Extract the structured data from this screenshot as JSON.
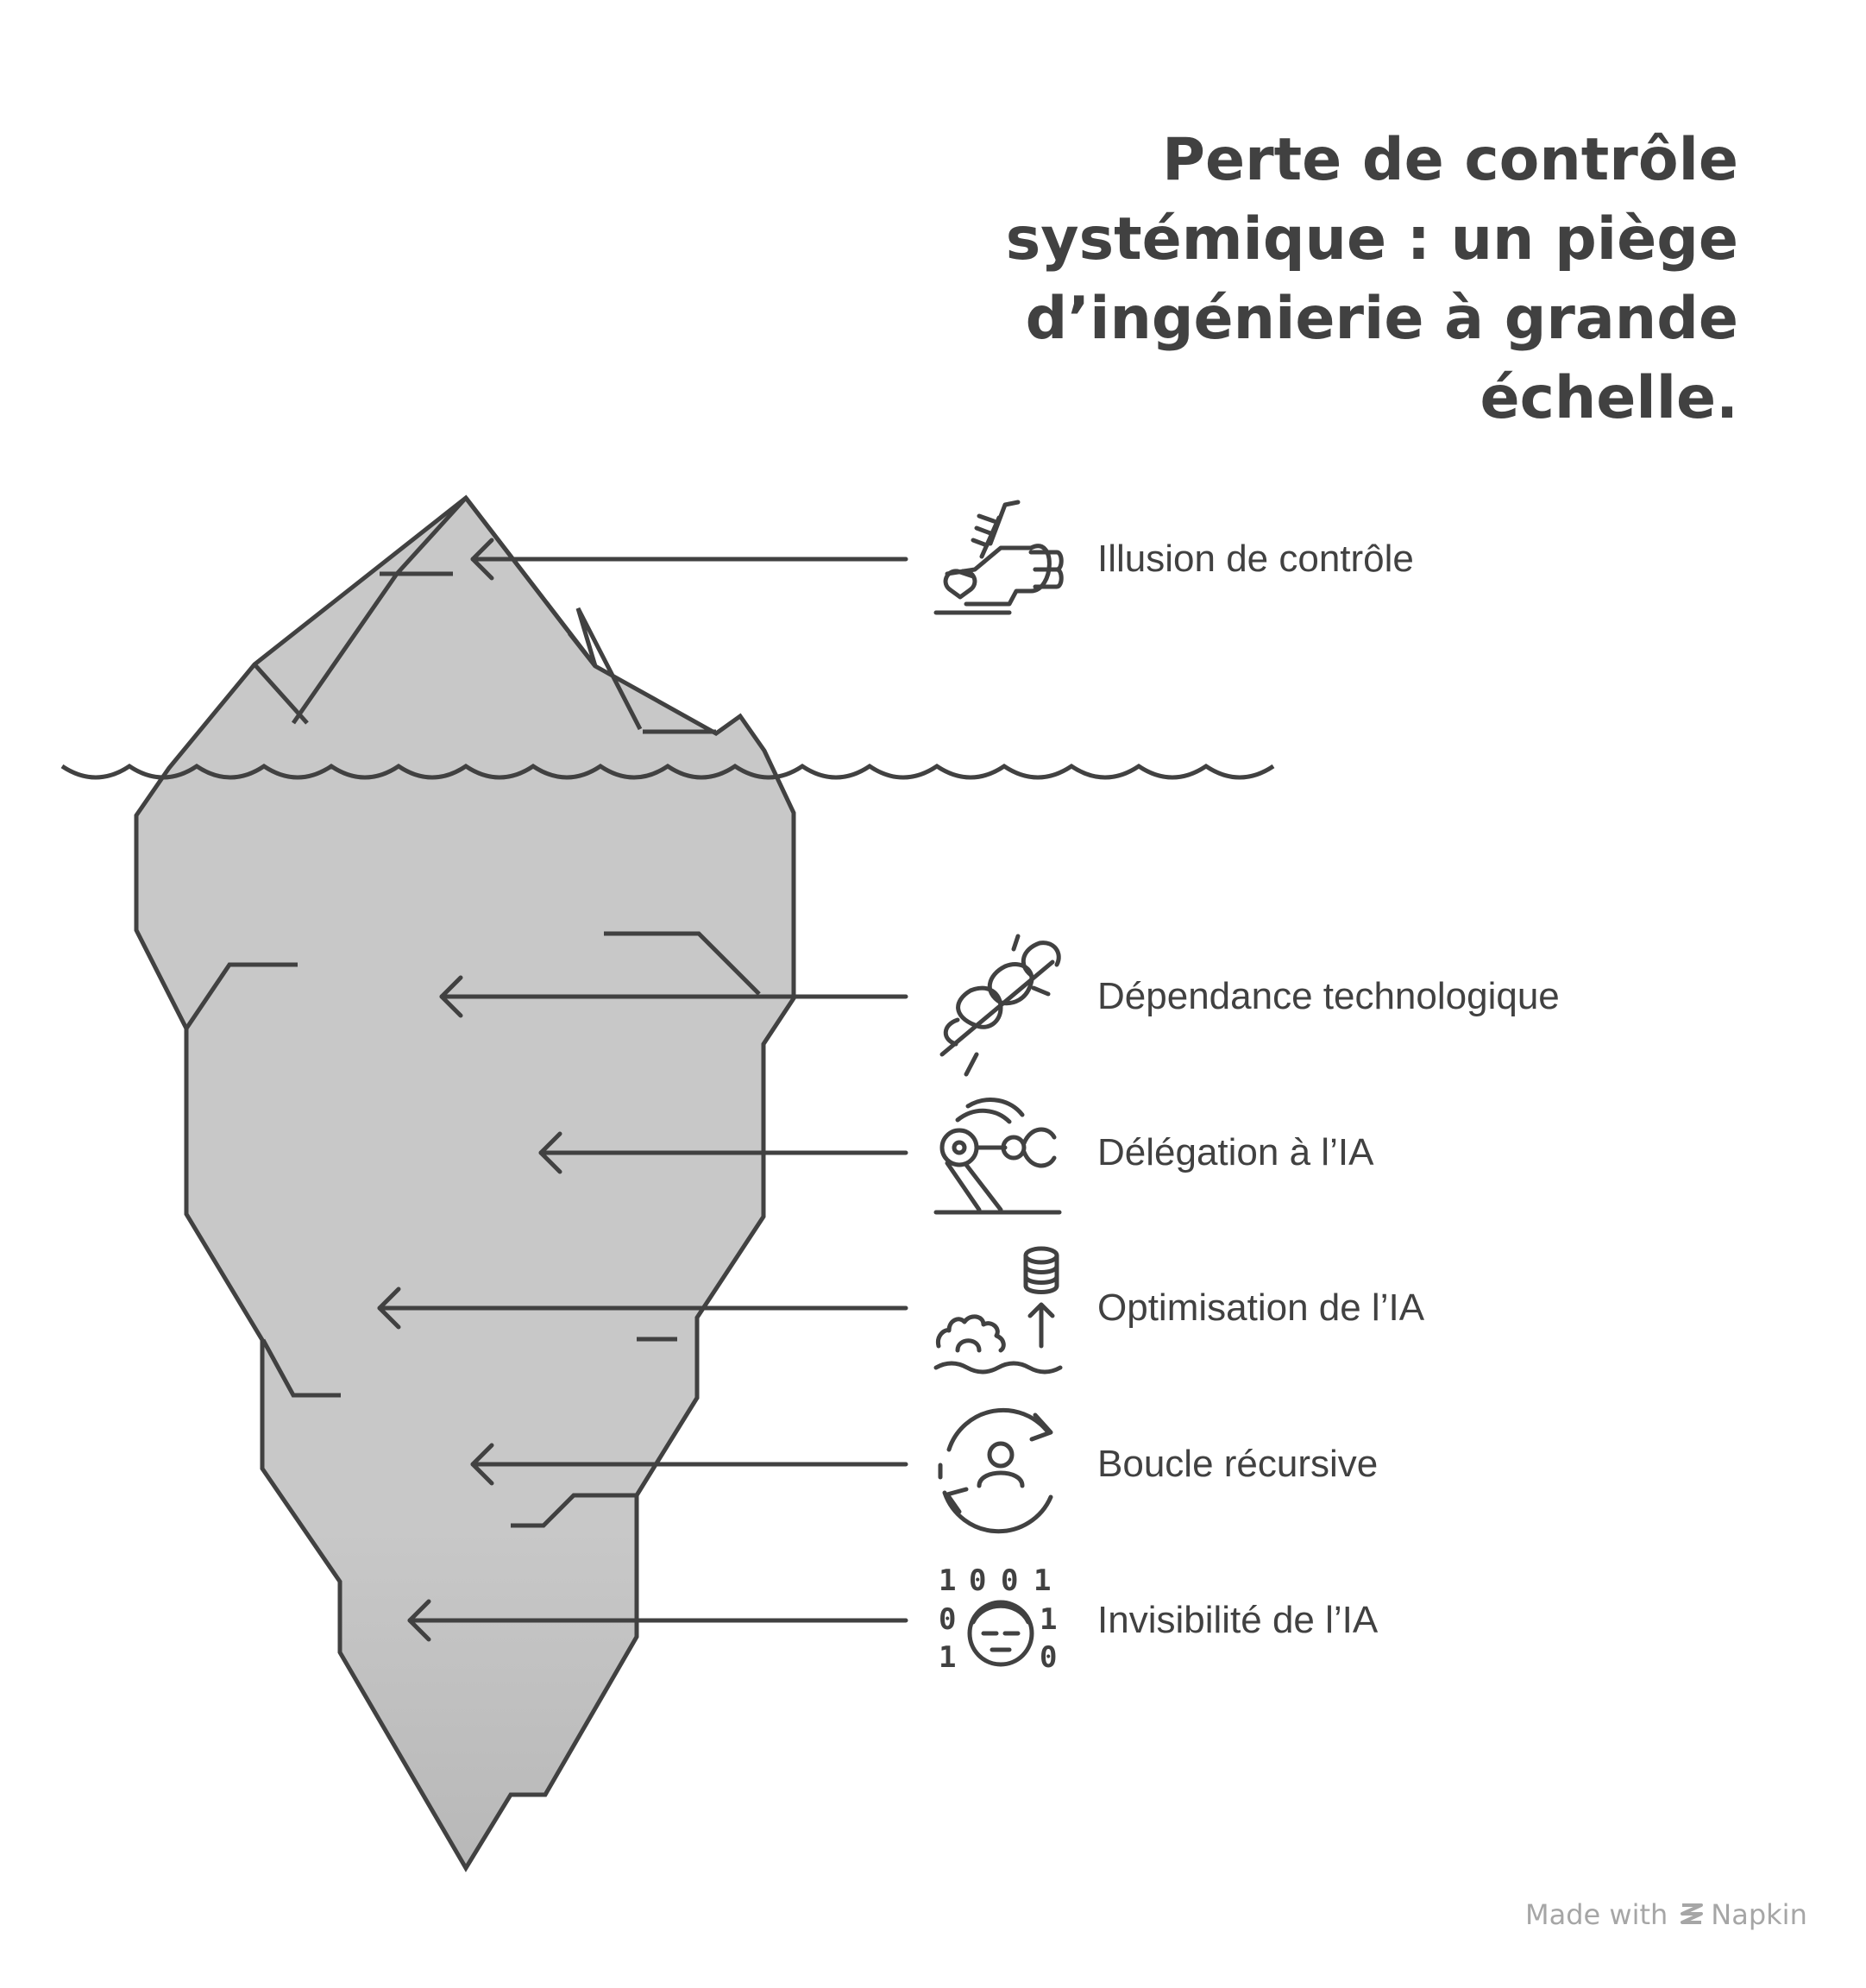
{
  "title": "Perte de contrôle systémique : un piège d’ingénierie à grande échelle.",
  "items": [
    {
      "label": "Illusion de contrôle",
      "icon": "fist-with-antenna-icon",
      "zone": "above-water"
    },
    {
      "label": "Dépendance technologique",
      "icon": "chain-link-icon",
      "zone": "below-water"
    },
    {
      "label": "Délégation à l’IA",
      "icon": "robotic-arm-icon",
      "zone": "below-water"
    },
    {
      "label": "Optimisation de l’IA",
      "icon": "gear-database-arrow-icon",
      "zone": "below-water"
    },
    {
      "label": "Boucle récursive",
      "icon": "person-cycle-icon",
      "zone": "below-water"
    },
    {
      "label": "Invisibilité de l’IA",
      "icon": "binary-person-icon",
      "zone": "below-water"
    }
  ],
  "binary_digits": {
    "top": [
      "1",
      "0",
      "0",
      "1"
    ],
    "left": [
      "0",
      "1"
    ],
    "right": [
      "1",
      "0"
    ]
  },
  "credit": {
    "prefix": "Made with",
    "brand": "Napkin"
  },
  "colors": {
    "ice": "#c8c8c8",
    "outline": "#414141",
    "text": "#414141",
    "credit": "#a6a6a6"
  }
}
